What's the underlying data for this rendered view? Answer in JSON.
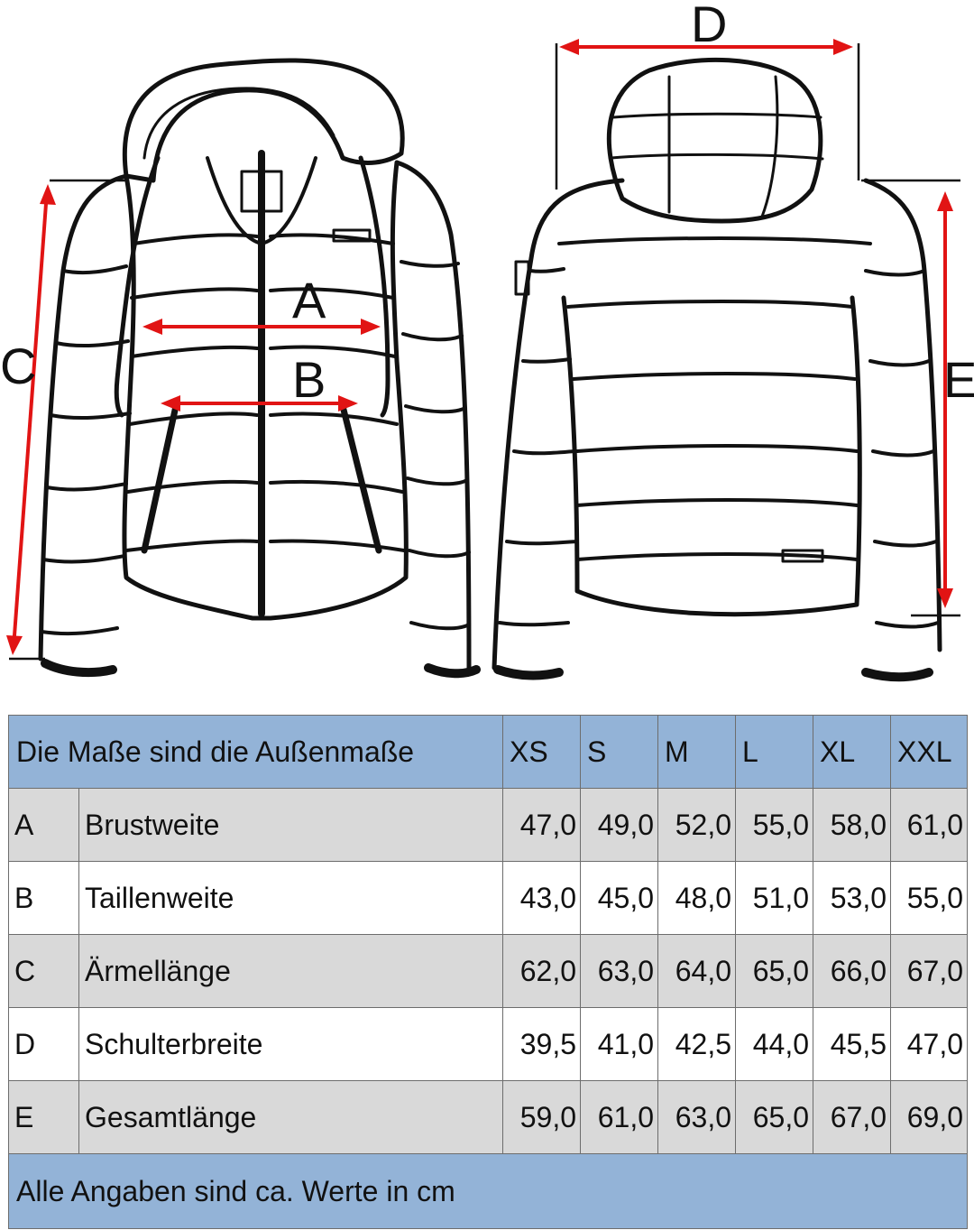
{
  "diagram": {
    "labels": [
      "A",
      "B",
      "C",
      "D",
      "E"
    ],
    "colors": {
      "measure_line": "#e11414",
      "outline": "#111111"
    }
  },
  "table": {
    "header_title": "Die Maße sind die Außenmaße",
    "sizes": [
      "XS",
      "S",
      "M",
      "L",
      "XL",
      "XXL"
    ],
    "rows": [
      {
        "key": "A",
        "label": "Brustweite",
        "values": [
          "47,0",
          "49,0",
          "52,0",
          "55,0",
          "58,0",
          "61,0"
        ]
      },
      {
        "key": "B",
        "label": "Taillenweite",
        "values": [
          "43,0",
          "45,0",
          "48,0",
          "51,0",
          "53,0",
          "55,0"
        ]
      },
      {
        "key": "C",
        "label": "Ärmellänge",
        "values": [
          "62,0",
          "63,0",
          "64,0",
          "65,0",
          "66,0",
          "67,0"
        ]
      },
      {
        "key": "D",
        "label": "Schulterbreite",
        "values": [
          "39,5",
          "41,0",
          "42,5",
          "44,0",
          "45,5",
          "47,0"
        ]
      },
      {
        "key": "E",
        "label": "Gesamtlänge",
        "values": [
          "59,0",
          "61,0",
          "63,0",
          "65,0",
          "67,0",
          "69,0"
        ]
      }
    ],
    "footer": "Alle Angaben sind ca. Werte in cm",
    "colors": {
      "header_bg": "#93b3d7",
      "shaded_row_bg": "#d9d9d9",
      "border": "#6d6d6d"
    }
  }
}
